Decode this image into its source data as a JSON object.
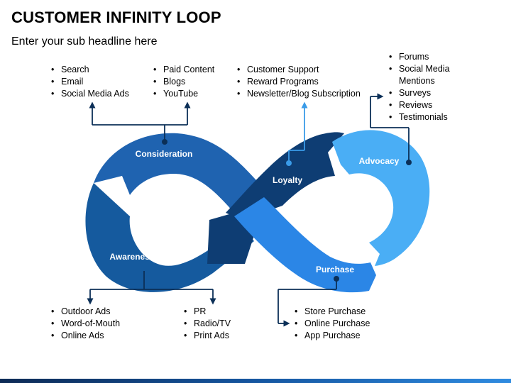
{
  "title": "CUSTOMER INFINITY LOOP",
  "subtitle": "Enter your sub headline here",
  "stages": {
    "consideration": "Consideration",
    "awareness": "Awareness",
    "loyalty": "Loyalty",
    "advocacy": "Advocacy",
    "purchase": "Purchase"
  },
  "lists": {
    "consideration_left": [
      "Search",
      "Email",
      "Social Media Ads"
    ],
    "consideration_right": [
      "Paid Content",
      "Blogs",
      "YouTube"
    ],
    "loyalty": [
      "Customer Support",
      "Reward Programs",
      "Newsletter/Blog Subscription"
    ],
    "advocacy": [
      "Forums",
      "Social Media Mentions",
      "Surveys",
      "Reviews",
      "Testimonials"
    ],
    "awareness_left": [
      "Outdoor Ads",
      "Word-of-Mouth",
      "Online Ads"
    ],
    "awareness_right": [
      "PR",
      "Radio/TV",
      "Print Ads"
    ],
    "purchase": [
      "Store Purchase",
      "Online Purchase",
      "App Purchase"
    ]
  },
  "colors": {
    "consideration": "#1f63b0",
    "awareness": "#155a9e",
    "loyalty_dark": "#0e3d73",
    "purchase": "#2b86e6",
    "advocacy": "#4aaef5",
    "connector": "#0b2f57"
  }
}
